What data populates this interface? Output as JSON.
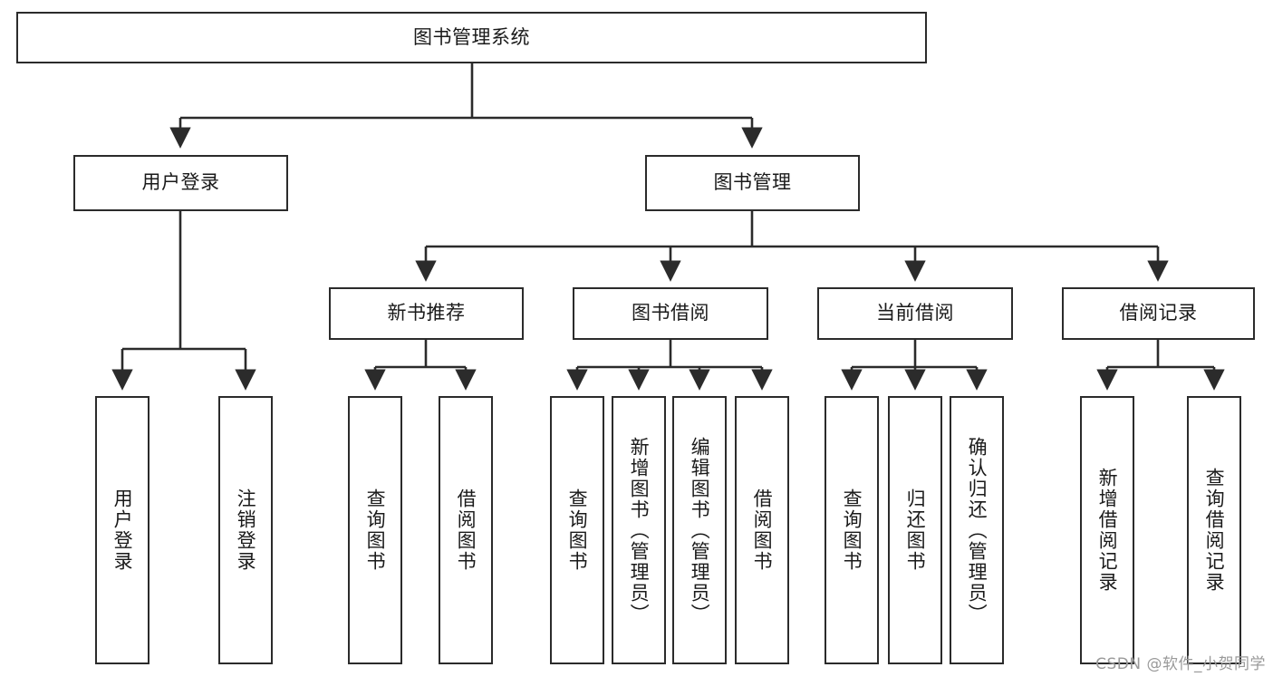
{
  "diagram": {
    "title_box": {
      "label": "图书管理系统"
    },
    "level2": [
      {
        "id": "user-login",
        "label": "用户登录"
      },
      {
        "id": "book-management",
        "label": "图书管理"
      }
    ],
    "level3": [
      {
        "id": "new-book-recommend",
        "label": "新书推荐"
      },
      {
        "id": "book-borrow",
        "label": "图书借阅"
      },
      {
        "id": "current-borrow",
        "label": "当前借阅"
      },
      {
        "id": "borrow-record",
        "label": "借阅记录"
      }
    ],
    "leaves": {
      "user_login": [
        {
          "id": "leaf-user-login",
          "label": "用户登录"
        },
        {
          "id": "leaf-logout-login",
          "label": "注销登录"
        }
      ],
      "new_book_recommend": [
        {
          "id": "leaf-query-book-1",
          "label": "查询图书"
        },
        {
          "id": "leaf-borrow-book-1",
          "label": "借阅图书"
        }
      ],
      "book_borrow": [
        {
          "id": "leaf-query-book-2",
          "label": "查询图书"
        },
        {
          "id": "leaf-add-book",
          "label": "新增图书（管理员）"
        },
        {
          "id": "leaf-edit-book",
          "label": "编辑图书（管理员）"
        },
        {
          "id": "leaf-borrow-book-2",
          "label": "借阅图书"
        }
      ],
      "current_borrow": [
        {
          "id": "leaf-query-book-3",
          "label": "查询图书"
        },
        {
          "id": "leaf-return-book",
          "label": "归还图书"
        },
        {
          "id": "leaf-confirm-return",
          "label": "确认归还（管理员）"
        }
      ],
      "borrow_record": [
        {
          "id": "leaf-add-record",
          "label": "新增借阅记录"
        },
        {
          "id": "leaf-query-record",
          "label": "查询借阅记录"
        }
      ]
    }
  },
  "watermark": {
    "text": "CSDN @软件_小贺同学"
  },
  "colors": {
    "stroke": "#2b2b2b",
    "background": "#ffffff",
    "text": "#1a1a1a",
    "watermark": "#9a9a9a"
  }
}
